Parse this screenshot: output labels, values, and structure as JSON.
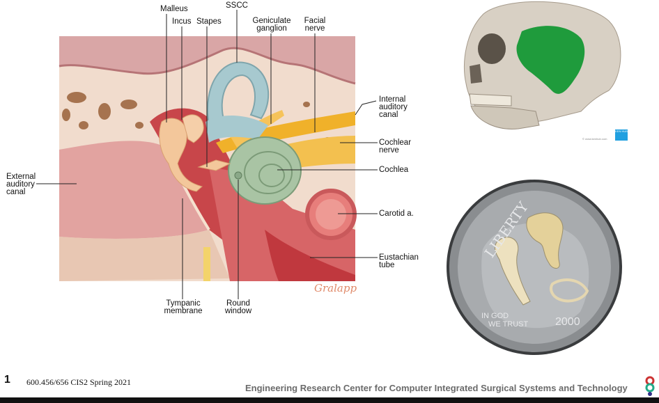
{
  "labels": {
    "malleus": "Malleus",
    "incus": "Incus",
    "stapes": "Stapes",
    "sscc": "SSCC",
    "geniculate_1": "Geniculate",
    "geniculate_2": "ganglion",
    "facial_1": "Facial",
    "facial_2": "nerve",
    "internal_1": "Internal",
    "internal_2": "auditory",
    "internal_3": "canal",
    "cochlear_nerve_1": "Cochlear",
    "cochlear_nerve_2": "nerve",
    "cochlea": "Cochlea",
    "carotid": "Carotid a.",
    "eustachian_1": "Eustachian",
    "eustachian_2": "tube",
    "external_1": "External",
    "external_2": "auditory",
    "external_3": "canal",
    "tympanic_1": "Tympanic",
    "tympanic_2": "membrane",
    "round_1": "Round",
    "round_2": "window"
  },
  "signature": "Gralapp",
  "kenhub": {
    "credit": "© www.kenhub.com",
    "badge": "KEN HUB"
  },
  "dime": {
    "liberty": "LIBERTY",
    "motto_1": "IN GOD",
    "motto_2": "WE TRUST",
    "year": "2000"
  },
  "footer": {
    "slide_number": "1",
    "course": "600.456/656 CIS2 Spring 2021",
    "center": "Engineering Research Center for Computer Integrated Surgical Systems and Technology"
  },
  "colors": {
    "ossicle": "#f3c79b",
    "nerve": "#f0b12a",
    "cochlea": "#a9c4a4",
    "sscc": "#a7c9cf",
    "tissue": "#e7a59e",
    "muscle": "#c8464a",
    "bone": "#f1dccd",
    "kenhub": "#21a0e0",
    "footer_text": "#6b6b6b"
  }
}
